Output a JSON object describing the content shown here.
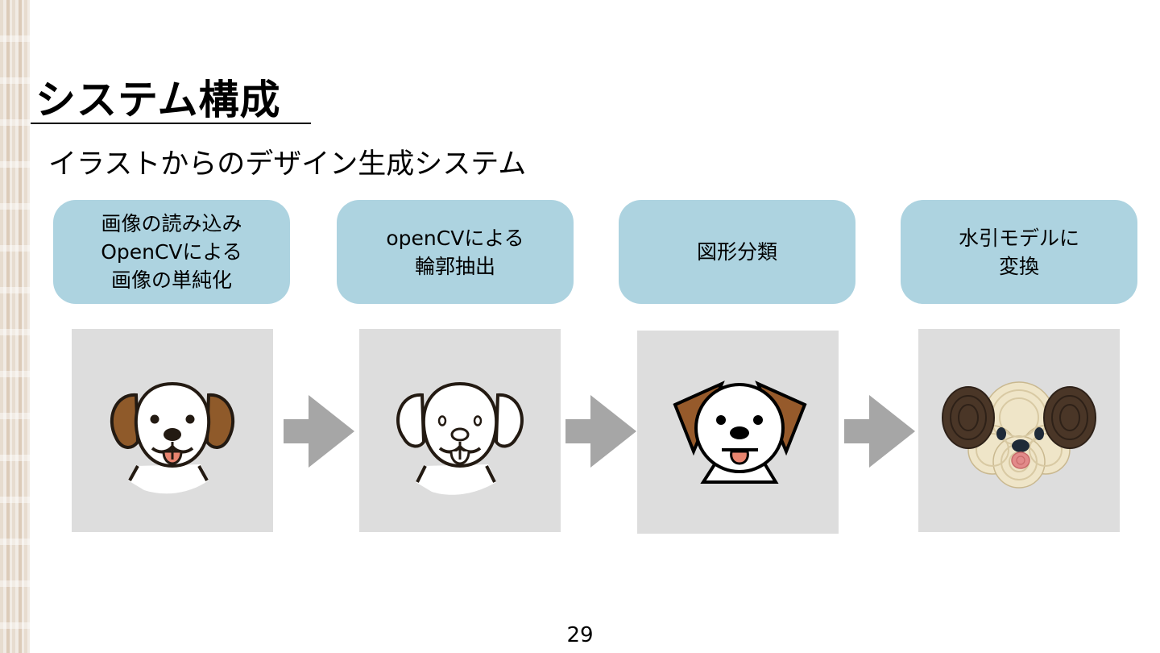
{
  "slide": {
    "title": "システム構成",
    "subtitle": "イラストからのデザイン生成システム",
    "page_number": "29"
  },
  "steps": [
    {
      "label": "画像の読み込み\nOpenCVによる\n画像の単純化",
      "image": "original-dog-illustration"
    },
    {
      "label": "openCVによる\n輪郭抽出",
      "image": "dog-contour-outline"
    },
    {
      "label": "図形分類",
      "image": "dog-geometric-shapes"
    },
    {
      "label": "水引モデルに\n変換",
      "image": "mizuhiki-knot-dog"
    }
  ],
  "colors": {
    "step_box": "#add3e0",
    "panel": "#dddddd",
    "arrow": "#a6a6a6",
    "ear_brown": "#8f5a2a",
    "tongue": "#e8846f",
    "mizuhiki_cream": "#efe5c8",
    "mizuhiki_brown": "#4a3627"
  }
}
